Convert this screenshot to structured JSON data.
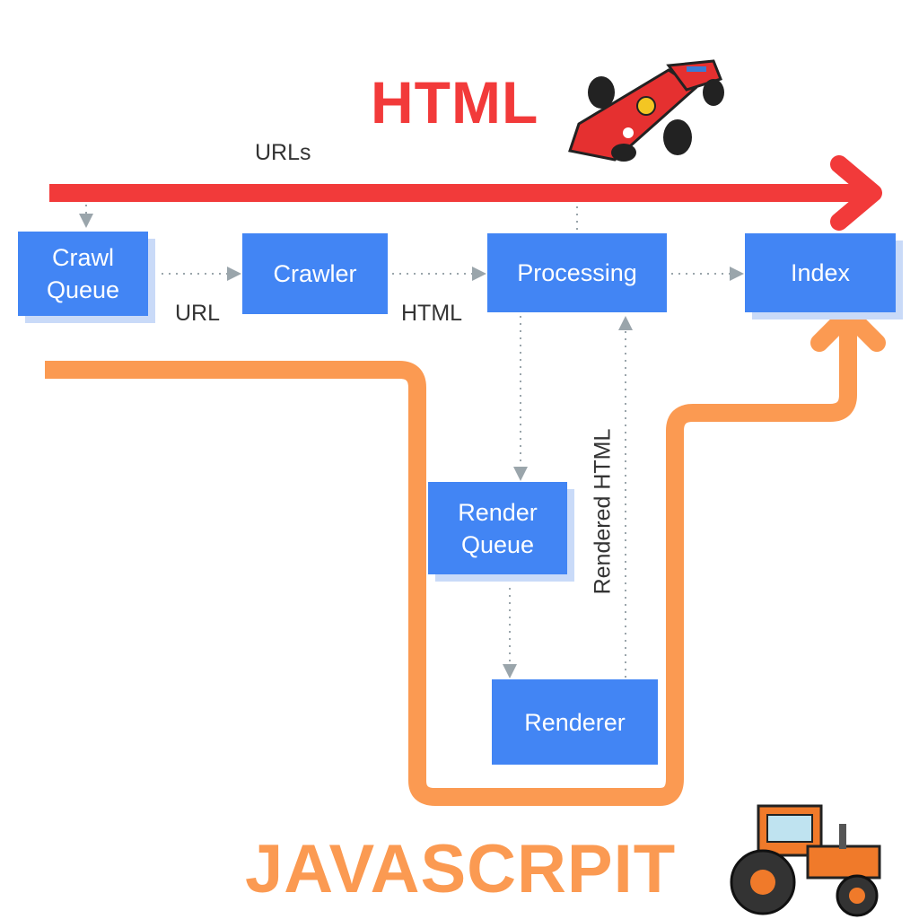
{
  "title_html": "HTML",
  "title_javascript": "JAVASCRPIT",
  "labels": {
    "urls": "URLs",
    "url": "URL",
    "html": "HTML",
    "rendered_html": "Rendered HTML"
  },
  "boxes": {
    "crawl_queue": "Crawl Queue",
    "crawler": "Crawler",
    "processing": "Processing",
    "index": "Index",
    "render_queue": "Render Queue",
    "renderer": "Renderer"
  },
  "colors": {
    "box": "#4285f4",
    "html_path": "#f23a3a",
    "js_path": "#fb9a52",
    "connector": "#9aa5ab"
  },
  "icons": {
    "html": "race-car-icon",
    "javascript": "tractor-icon"
  }
}
